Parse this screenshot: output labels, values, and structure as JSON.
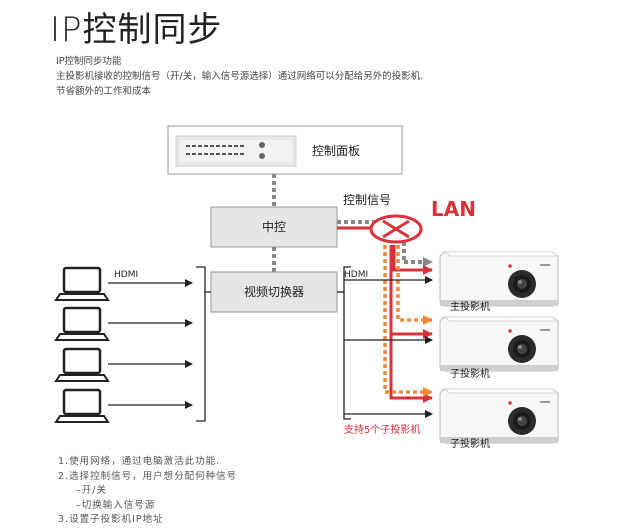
{
  "title": "IP控制同步",
  "intro": [
    "IP控制同步功能",
    "主投影机接收的控制信号（开/关，输入信号源选择）通过网络可以分配给另外的投影机.",
    "节省额外的工作和成本"
  ],
  "diagram": {
    "control_panel": "控制面板",
    "central_control": "中控",
    "video_switcher": "视频切换器",
    "control_signal": "控制信号",
    "lan": "LAN",
    "hdmi_in": "HDMI",
    "hdmi_out": "HDMI",
    "projector_main": "主投影机",
    "projector_sub1": "子投影机",
    "projector_sub2": "子投影机",
    "support_note": "支持5个子投影机"
  },
  "notes": [
    "1.使用网络，通过电脑激活此功能.",
    "2.选择控制信号，用户想分配何种信号",
    "–开/关",
    "–切换输入信号源",
    "3.设置子投影机IP地址"
  ],
  "colors": {
    "lan_red": "#d8323a",
    "signal_orange": "#f08a3a",
    "box_fill": "#e6e6e6",
    "arrow": "#222222"
  }
}
